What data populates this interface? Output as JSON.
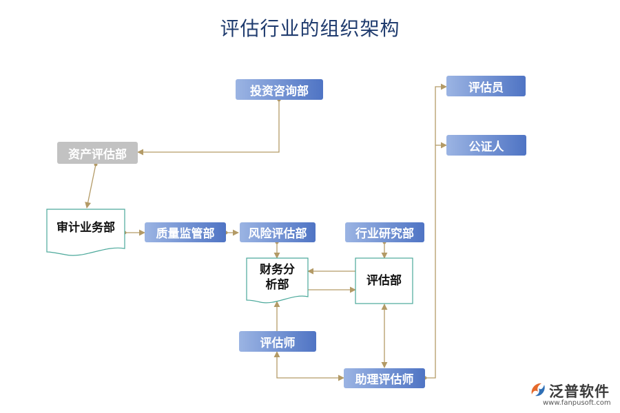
{
  "title": "评估行业的组织架构",
  "nodes": {
    "investment_consulting": "投资咨询部",
    "asset_appraisal": "资产评估部",
    "audit_business": "审计业务部",
    "quality_supervision": "质量监管部",
    "risk_assessment": "风险评估部",
    "industry_research": "行业研究部",
    "financial_analysis": "财务分析部",
    "appraisal_dept": "评估部",
    "appraiser": "评估师",
    "assistant_appraiser": "助理评估师",
    "evaluator": "评估员",
    "notary": "公证人"
  },
  "financial_analysis_lines": [
    "财务分",
    "析部"
  ],
  "watermark": {
    "brand": "泛普软件",
    "url": "www.fanpusoft.com"
  },
  "colors": {
    "box_start": "#9bb4e3",
    "box_end": "#4f74c4",
    "box_gray": "#c2c2c2",
    "line": "#b39a66",
    "doc_border": "#4aa89a"
  }
}
